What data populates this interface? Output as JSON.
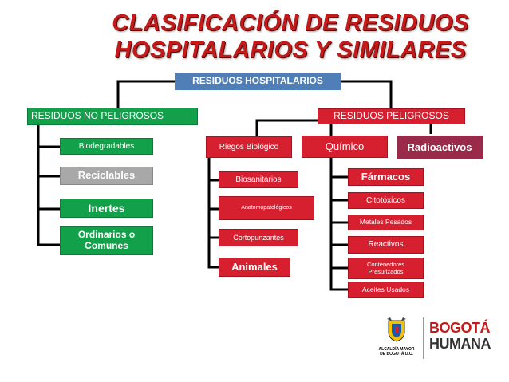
{
  "title": {
    "line1": "CLASIFICACIÓN DE RESIDUOS",
    "line2": "HOSPITALARIOS  Y SIMILARES"
  },
  "root": "RESIDUOS HOSPITALARIOS",
  "non_hazardous": {
    "label": "RESIDUOS  NO PELIGROSOS",
    "items": [
      "Biodegradables",
      "Reciclables",
      "Inertes",
      "Ordinarios o Comunes"
    ]
  },
  "hazardous": {
    "label": "RESIDUOS  PELIGROSOS",
    "biologico": {
      "label": "Riegos Biológico",
      "items": [
        "Biosanitarios",
        "Anatomopatológicos",
        "Cortopunzantes",
        "Animales"
      ]
    },
    "quimico": {
      "label": "Químico",
      "items": [
        "Fármacos",
        "Citotóxicos",
        "Metales Pesados",
        "Reactivos",
        "Contenedores Presurizados",
        "Aceites Usados"
      ]
    },
    "radioactivos": {
      "label": "Radioactivos"
    }
  },
  "logos": {
    "alcaldia": "ALCALDÍA MAYOR DE BOGOTÁ D.C.",
    "bogota_line1": "BOGOTÁ",
    "bogota_line2": "HUMANA"
  },
  "colors": {
    "green": "#12a14a",
    "red": "#d62030",
    "maroon": "#9a2a4a",
    "blue": "#4f7fb6",
    "gray": "#a8a8a8",
    "title": "#c41a1a"
  }
}
